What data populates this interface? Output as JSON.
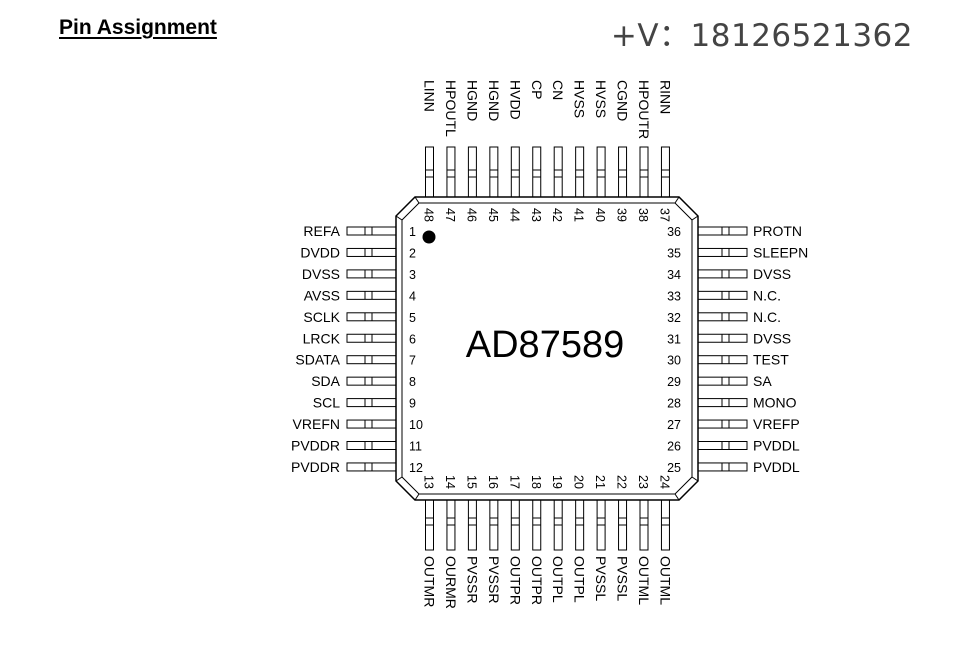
{
  "heading": "Pin Assignment",
  "contact": "+V：18126521362",
  "chip": {
    "label": "AD87589",
    "left_pins": [
      {
        "num": "1",
        "name": "REFA"
      },
      {
        "num": "2",
        "name": "DVDD"
      },
      {
        "num": "3",
        "name": "DVSS"
      },
      {
        "num": "4",
        "name": "AVSS"
      },
      {
        "num": "5",
        "name": "SCLK"
      },
      {
        "num": "6",
        "name": "LRCK"
      },
      {
        "num": "7",
        "name": "SDATA"
      },
      {
        "num": "8",
        "name": "SDA"
      },
      {
        "num": "9",
        "name": "SCL"
      },
      {
        "num": "10",
        "name": "VREFN"
      },
      {
        "num": "11",
        "name": "PVDDR"
      },
      {
        "num": "12",
        "name": "PVDDR"
      }
    ],
    "bottom_pins": [
      {
        "num": "13",
        "name": "OUTMR"
      },
      {
        "num": "14",
        "name": "OURMR"
      },
      {
        "num": "15",
        "name": "PVSSR"
      },
      {
        "num": "16",
        "name": "PVSSR"
      },
      {
        "num": "17",
        "name": "OUTPR"
      },
      {
        "num": "18",
        "name": "OUTPR"
      },
      {
        "num": "19",
        "name": "OUTPL"
      },
      {
        "num": "20",
        "name": "OUTPL"
      },
      {
        "num": "21",
        "name": "PVSSL"
      },
      {
        "num": "22",
        "name": "PVSSL"
      },
      {
        "num": "23",
        "name": "OUTML"
      },
      {
        "num": "24",
        "name": "OUTML"
      }
    ],
    "right_pins": [
      {
        "num": "25",
        "name": "PVDDL"
      },
      {
        "num": "26",
        "name": "PVDDL"
      },
      {
        "num": "27",
        "name": "VREFP"
      },
      {
        "num": "28",
        "name": "MONO"
      },
      {
        "num": "29",
        "name": "SA"
      },
      {
        "num": "30",
        "name": "TEST"
      },
      {
        "num": "31",
        "name": "DVSS"
      },
      {
        "num": "32",
        "name": "N.C."
      },
      {
        "num": "33",
        "name": "N.C."
      },
      {
        "num": "34",
        "name": "DVSS"
      },
      {
        "num": "35",
        "name": "SLEEPN"
      },
      {
        "num": "36",
        "name": "PROTN"
      }
    ],
    "top_pins": [
      {
        "num": "37",
        "name": "RINN"
      },
      {
        "num": "38",
        "name": "HPOUTR"
      },
      {
        "num": "39",
        "name": "CGND"
      },
      {
        "num": "40",
        "name": "HVSS"
      },
      {
        "num": "41",
        "name": "HVSS"
      },
      {
        "num": "42",
        "name": "CN"
      },
      {
        "num": "43",
        "name": "CP"
      },
      {
        "num": "44",
        "name": "HVDD"
      },
      {
        "num": "45",
        "name": "HGND"
      },
      {
        "num": "46",
        "name": "HGND"
      },
      {
        "num": "47",
        "name": "HPOUTL"
      },
      {
        "num": "48",
        "name": "LINN"
      }
    ]
  }
}
